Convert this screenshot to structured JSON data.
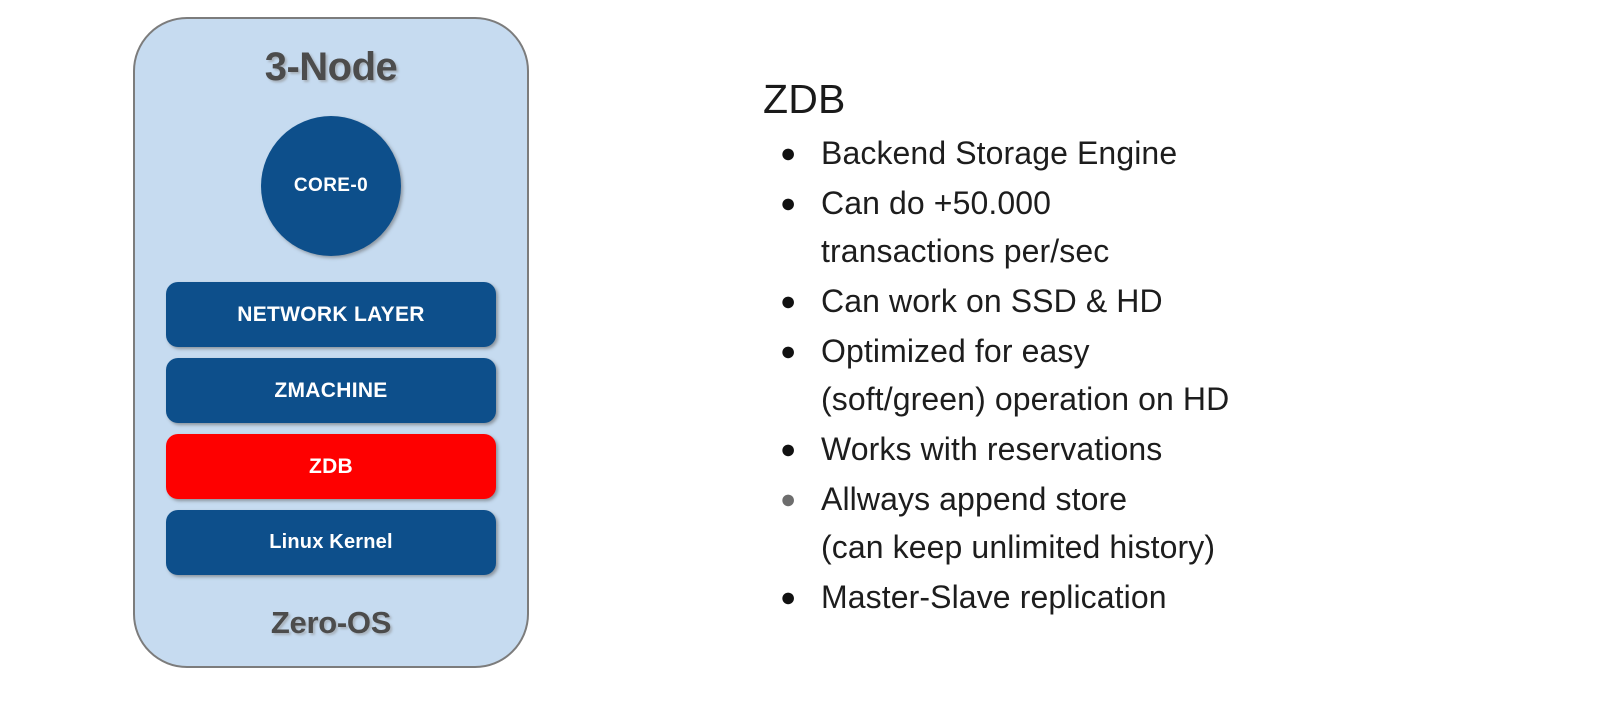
{
  "diagram": {
    "title": "3-Node",
    "footer": "Zero-OS",
    "core": {
      "label": "CORE-0"
    },
    "layers": [
      {
        "label": "NETWORK LAYER",
        "color": "#0d4f8b",
        "highlighted": false
      },
      {
        "label": "ZMACHINE",
        "color": "#0d4f8b",
        "highlighted": false
      },
      {
        "label": "ZDB",
        "color": "#fe0000",
        "highlighted": true
      },
      {
        "label": "Linux Kernel",
        "color": "#0d4f8b",
        "highlighted": false
      }
    ],
    "colors": {
      "panel_background": "#c6dbf0",
      "panel_border": "#7c7c7c",
      "box_blue": "#0d4f8b",
      "box_red": "#fe0000",
      "title_text": "#4c4c4c"
    }
  },
  "content": {
    "heading": "ZDB",
    "bullets": [
      {
        "text": "Backend Storage Engine",
        "bullet_color": "#111111"
      },
      {
        "text": "Can do +50.000\ntransactions per/sec",
        "bullet_color": "#111111"
      },
      {
        "text": "Can work on SSD & HD",
        "bullet_color": "#111111"
      },
      {
        "text": "Optimized for easy\n(soft/green) operation on HD",
        "bullet_color": "#111111"
      },
      {
        "text": "Works with reservations",
        "bullet_color": "#111111"
      },
      {
        "text": "Allways append store\n(can keep unlimited history)",
        "bullet_color": "#6d6d6d"
      },
      {
        "text": "Master-Slave replication",
        "bullet_color": "#111111"
      }
    ],
    "bullet_glyph": "●"
  }
}
